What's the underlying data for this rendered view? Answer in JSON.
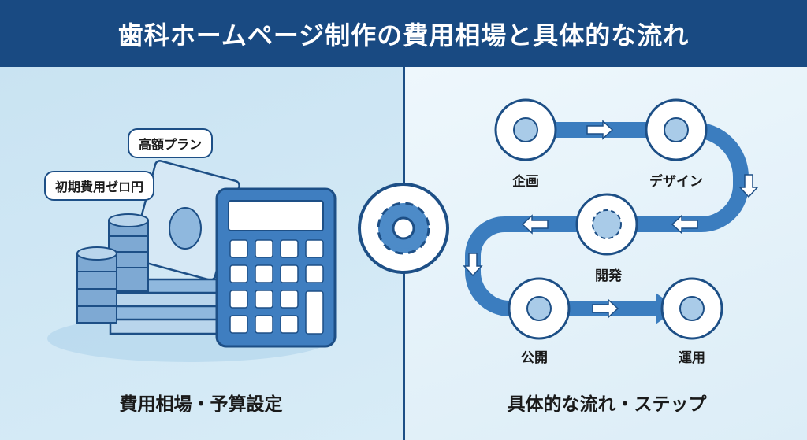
{
  "title": "歯科ホームページ制作の費用相場と具体的な流れ",
  "left": {
    "bubble_high": "高額プラン",
    "bubble_zero": "初期費用ゼロ円",
    "caption": "費用相場・予算設定"
  },
  "right": {
    "steps": [
      {
        "label": "企画",
        "icon": "lightbulb-icon"
      },
      {
        "label": "デザイン",
        "icon": "pencil-ruler-icon"
      },
      {
        "label": "開発",
        "icon": "gear-icon"
      },
      {
        "label": "公開",
        "icon": "rocket-icon"
      },
      {
        "label": "運用",
        "icon": "clock-refresh-icon"
      }
    ],
    "caption": "具体的な流れ・ステップ"
  },
  "colors": {
    "navy": "#194a82",
    "accent": "#3b7dbf",
    "light": "#a9cbe8"
  }
}
